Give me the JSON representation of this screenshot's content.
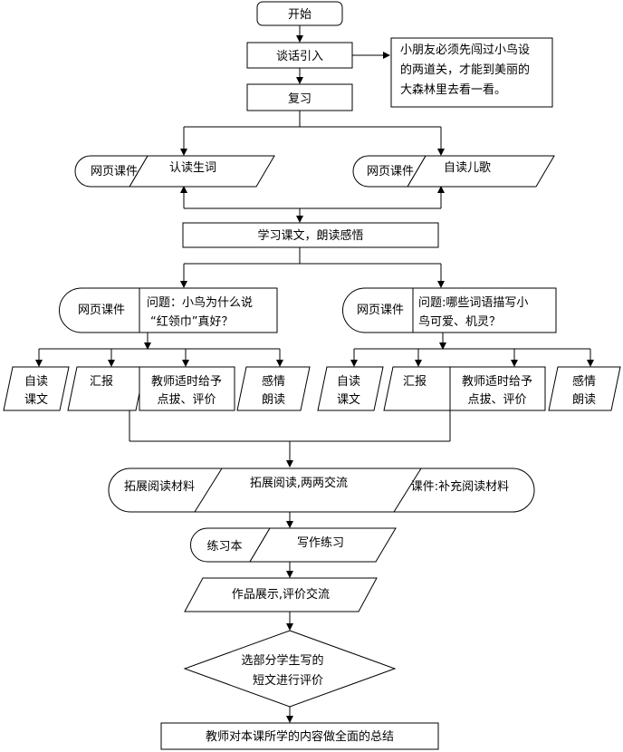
{
  "nodes": {
    "start": "开始",
    "intro": "谈话引入",
    "intro_note": [
      "小朋友必须先闯过小鸟设",
      "的两道关，才能到美丽的",
      "大森林里去看一看。"
    ],
    "review": "复习",
    "courseware_left": "网页课件",
    "read_words": "认读生词",
    "courseware_right": "网页课件",
    "self_read_song": "自读儿歌",
    "study_text": "学习课文，朗读感悟",
    "courseware_q1": "网页课件",
    "question1": [
      "问题：小鸟为什么说",
      "“红领巾”真好？"
    ],
    "courseware_q2": "网页课件",
    "question2": [
      "问题:哪些词语描写小",
      "鸟可爱、机灵？"
    ],
    "left_self_read": [
      "自读",
      "课文"
    ],
    "left_report": "汇报",
    "left_teacher": [
      "教师适时给予",
      "点拔、评价"
    ],
    "left_emotion": [
      "感情",
      "朗读"
    ],
    "right_self_read": [
      "自读",
      "课文"
    ],
    "right_report": "汇报",
    "right_teacher": [
      "教师适时给予",
      "点拔、评价"
    ],
    "right_emotion": [
      "感情",
      "朗读"
    ],
    "ext_material": "拓展阅读材料",
    "ext_read": "拓展阅读,两两交流",
    "ext_supplement": "课件:补充阅读材料",
    "workbook": "练习本",
    "writing": "写作练习",
    "showcase": "作品展示,评价交流",
    "evaluate": [
      "选部分学生写的",
      "短文进行评价"
    ],
    "summary": "教师对本课所学的内容做全面的总结"
  }
}
